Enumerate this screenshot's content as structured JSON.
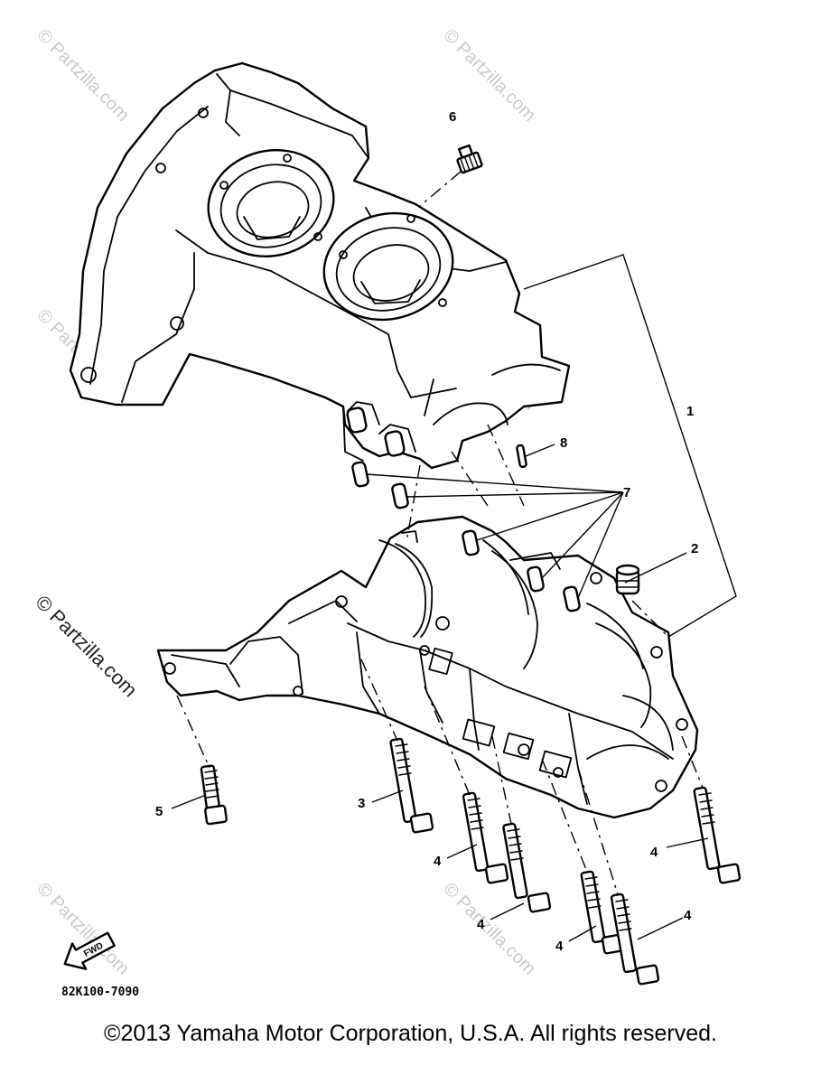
{
  "diagram": {
    "callouts": {
      "c1": "1",
      "c2": "2",
      "c3": "3",
      "c4a": "4",
      "c4b": "4",
      "c4c": "4",
      "c4d": "4",
      "c5": "5",
      "c6": "6",
      "c7": "7",
      "c8": "8"
    },
    "fwd_label": "FWD",
    "diagram_code": "82K100-7090"
  },
  "watermarks": {
    "primary": "© Partzilla.com",
    "faint": "© Partzilla.com"
  },
  "footer": {
    "copyright": "©2013 Yamaha Motor Corporation, U.S.A. All rights reserved."
  }
}
